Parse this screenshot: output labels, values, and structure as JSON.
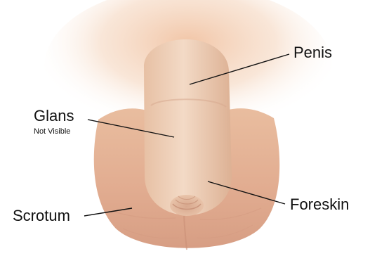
{
  "labels": {
    "penis": "Penis",
    "glans": "Glans",
    "glans_note": "Not Visible",
    "scrotum": "Scrotum",
    "foreskin": "Foreskin"
  },
  "colors": {
    "skin_light": "#f2d4bd",
    "skin_mid": "#e8bfa3",
    "skin_dark": "#d8a086",
    "background_glow": "#f3c8a8",
    "leader_line": "#111111"
  }
}
